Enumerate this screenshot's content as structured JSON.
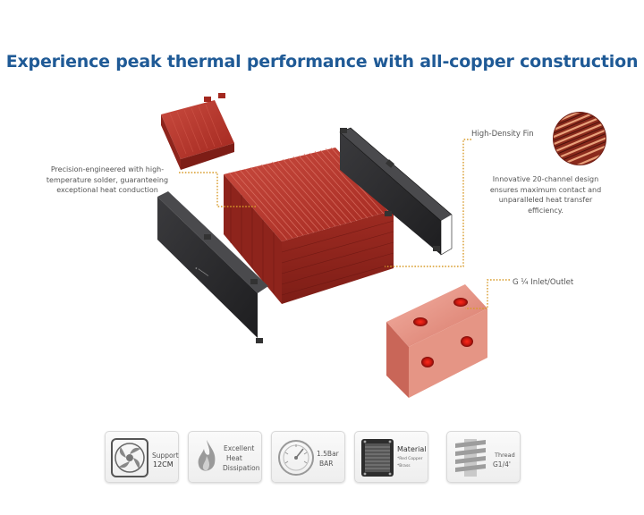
{
  "headline": "Experience peak thermal performance with all-copper construction",
  "callouts": {
    "solder_line1": "Precision-engineered with high-",
    "solder_line2": "temperature solder, guaranteeing",
    "solder_line3": "exceptional heat conduction",
    "fin_title": "High-Density Fin",
    "fin_line1": "Innovative 20-channel design",
    "fin_line2": "ensures maximum contact and",
    "fin_line3": "unparalleled heat transfer",
    "fin_line4": "efficiency.",
    "inlet_title": "G ¼ Inlet/Outlet"
  },
  "features": [
    {
      "line1": "Support",
      "line2": "12CM",
      "icon": "fan-icon"
    },
    {
      "line1": "Excellent",
      "line2": "Heat",
      "line3": "Dissipation",
      "icon": "flame-icon"
    },
    {
      "line1": "1.5Bar",
      "line2": "BAR",
      "icon": "pressure-gauge-icon"
    },
    {
      "line1": "Material",
      "line2": "*Red Copper",
      "line3": "*Brass",
      "icon": "radiator-fin-icon"
    },
    {
      "line1": "Thread",
      "line2": "G1/4'",
      "icon": "thread-icon"
    }
  ],
  "colors": {
    "headline": "#1f5a96",
    "copper": "#b3342c",
    "leader_line": "#d89b2a",
    "side_plate": "#2b2b2d"
  }
}
